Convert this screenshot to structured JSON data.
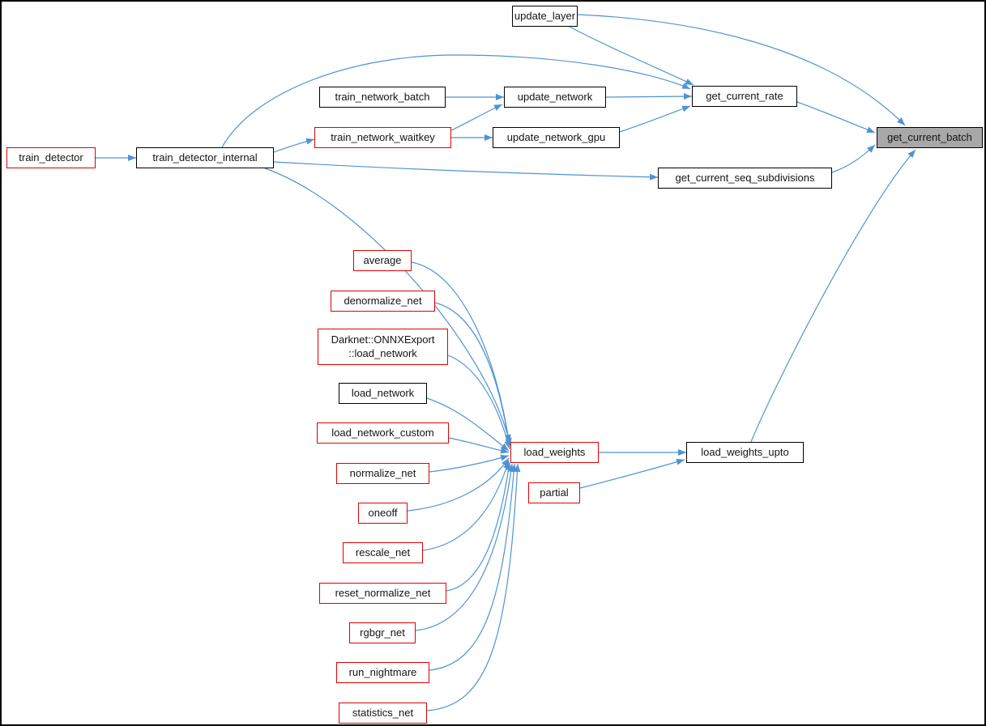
{
  "diagram": {
    "type": "call-graph",
    "focus_function": "get_current_batch",
    "colors": {
      "edge": "#4f94d2",
      "node_fill": "#ffffff",
      "node_border": "#000000",
      "truncated_border": "#e00000",
      "focus_fill": "#a8a8a8",
      "text": "#141414",
      "background": "#ffffff",
      "frame_border": "#000000"
    },
    "nodes": [
      {
        "id": "update_layer",
        "label": "update_layer",
        "style": "normal"
      },
      {
        "id": "train_network_batch",
        "label": "train_network_batch",
        "style": "normal"
      },
      {
        "id": "update_network",
        "label": "update_network",
        "style": "normal"
      },
      {
        "id": "get_current_rate",
        "label": "get_current_rate",
        "style": "normal"
      },
      {
        "id": "train_network_waitkey",
        "label": "train_network_waitkey",
        "style": "truncated"
      },
      {
        "id": "update_network_gpu",
        "label": "update_network_gpu",
        "style": "normal"
      },
      {
        "id": "get_current_batch",
        "label": "get_current_batch",
        "style": "focus"
      },
      {
        "id": "train_detector",
        "label": "train_detector",
        "style": "truncated"
      },
      {
        "id": "train_detector_internal",
        "label": "train_detector_internal",
        "style": "normal"
      },
      {
        "id": "get_current_seq_subdivisions",
        "label": "get_current_seq_subdivisions",
        "style": "normal"
      },
      {
        "id": "average",
        "label": "average",
        "style": "truncated"
      },
      {
        "id": "denormalize_net",
        "label": "denormalize_net",
        "style": "truncated"
      },
      {
        "id": "onnx_load_network",
        "label": "Darknet::ONNXExport\n::load_network",
        "style": "truncated"
      },
      {
        "id": "load_network",
        "label": "load_network",
        "style": "normal"
      },
      {
        "id": "load_network_custom",
        "label": "load_network_custom",
        "style": "truncated"
      },
      {
        "id": "normalize_net",
        "label": "normalize_net",
        "style": "truncated"
      },
      {
        "id": "load_weights",
        "label": "load_weights",
        "style": "truncated"
      },
      {
        "id": "partial",
        "label": "partial",
        "style": "truncated"
      },
      {
        "id": "load_weights_upto",
        "label": "load_weights_upto",
        "style": "normal"
      },
      {
        "id": "oneoff",
        "label": "oneoff",
        "style": "truncated"
      },
      {
        "id": "rescale_net",
        "label": "rescale_net",
        "style": "truncated"
      },
      {
        "id": "reset_normalize_net",
        "label": "reset_normalize_net",
        "style": "truncated"
      },
      {
        "id": "rgbgr_net",
        "label": "rgbgr_net",
        "style": "truncated"
      },
      {
        "id": "run_nightmare",
        "label": "run_nightmare",
        "style": "truncated"
      },
      {
        "id": "statistics_net",
        "label": "statistics_net",
        "style": "truncated"
      }
    ],
    "edges": [
      {
        "from": "train_detector",
        "to": "train_detector_internal"
      },
      {
        "from": "train_detector_internal",
        "to": "train_network_waitkey"
      },
      {
        "from": "train_detector_internal",
        "to": "get_current_rate"
      },
      {
        "from": "train_detector_internal",
        "to": "get_current_seq_subdivisions"
      },
      {
        "from": "train_detector_internal",
        "to": "load_weights"
      },
      {
        "from": "train_network_batch",
        "to": "update_network"
      },
      {
        "from": "train_network_waitkey",
        "to": "update_network"
      },
      {
        "from": "train_network_waitkey",
        "to": "update_network_gpu"
      },
      {
        "from": "update_network",
        "to": "get_current_rate"
      },
      {
        "from": "update_network_gpu",
        "to": "get_current_rate"
      },
      {
        "from": "update_layer",
        "to": "get_current_rate"
      },
      {
        "from": "update_layer",
        "to": "get_current_batch"
      },
      {
        "from": "get_current_rate",
        "to": "get_current_batch"
      },
      {
        "from": "get_current_seq_subdivisions",
        "to": "get_current_batch"
      },
      {
        "from": "load_weights_upto",
        "to": "get_current_batch"
      },
      {
        "from": "load_weights",
        "to": "load_weights_upto"
      },
      {
        "from": "partial",
        "to": "load_weights_upto"
      },
      {
        "from": "average",
        "to": "load_weights"
      },
      {
        "from": "denormalize_net",
        "to": "load_weights"
      },
      {
        "from": "onnx_load_network",
        "to": "load_weights"
      },
      {
        "from": "load_network",
        "to": "load_weights"
      },
      {
        "from": "load_network_custom",
        "to": "load_weights"
      },
      {
        "from": "normalize_net",
        "to": "load_weights"
      },
      {
        "from": "oneoff",
        "to": "load_weights"
      },
      {
        "from": "rescale_net",
        "to": "load_weights"
      },
      {
        "from": "reset_normalize_net",
        "to": "load_weights"
      },
      {
        "from": "rgbgr_net",
        "to": "load_weights"
      },
      {
        "from": "run_nightmare",
        "to": "load_weights"
      },
      {
        "from": "statistics_net",
        "to": "load_weights"
      }
    ]
  }
}
